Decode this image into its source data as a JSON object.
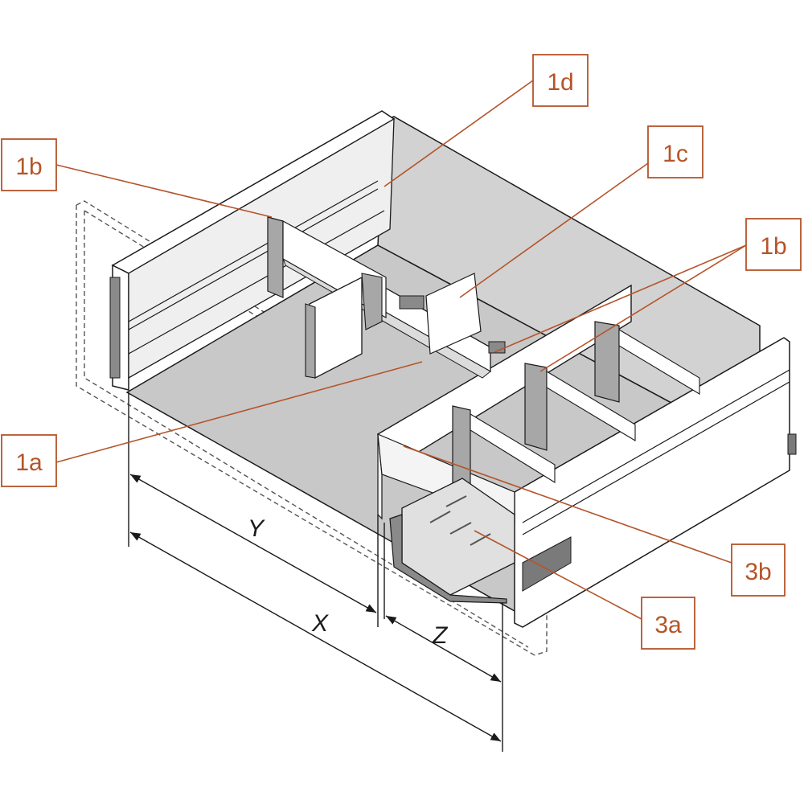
{
  "colors": {
    "callout": "#b5542a",
    "line": "#1a1a1a",
    "panel": "#ffffff",
    "floor": "#c8c8c8",
    "shade": "#dcdcdc",
    "rail": "#a7a7a7",
    "dark": "#6e6e6e"
  },
  "callouts": {
    "c1d": "1d",
    "c1c": "1c",
    "c1b_left": "1b",
    "c1b_right": "1b",
    "c1a": "1a",
    "c3b": "3b",
    "c3a": "3a"
  },
  "dimensions": {
    "y": "Y",
    "x": "X",
    "z": "Z"
  }
}
